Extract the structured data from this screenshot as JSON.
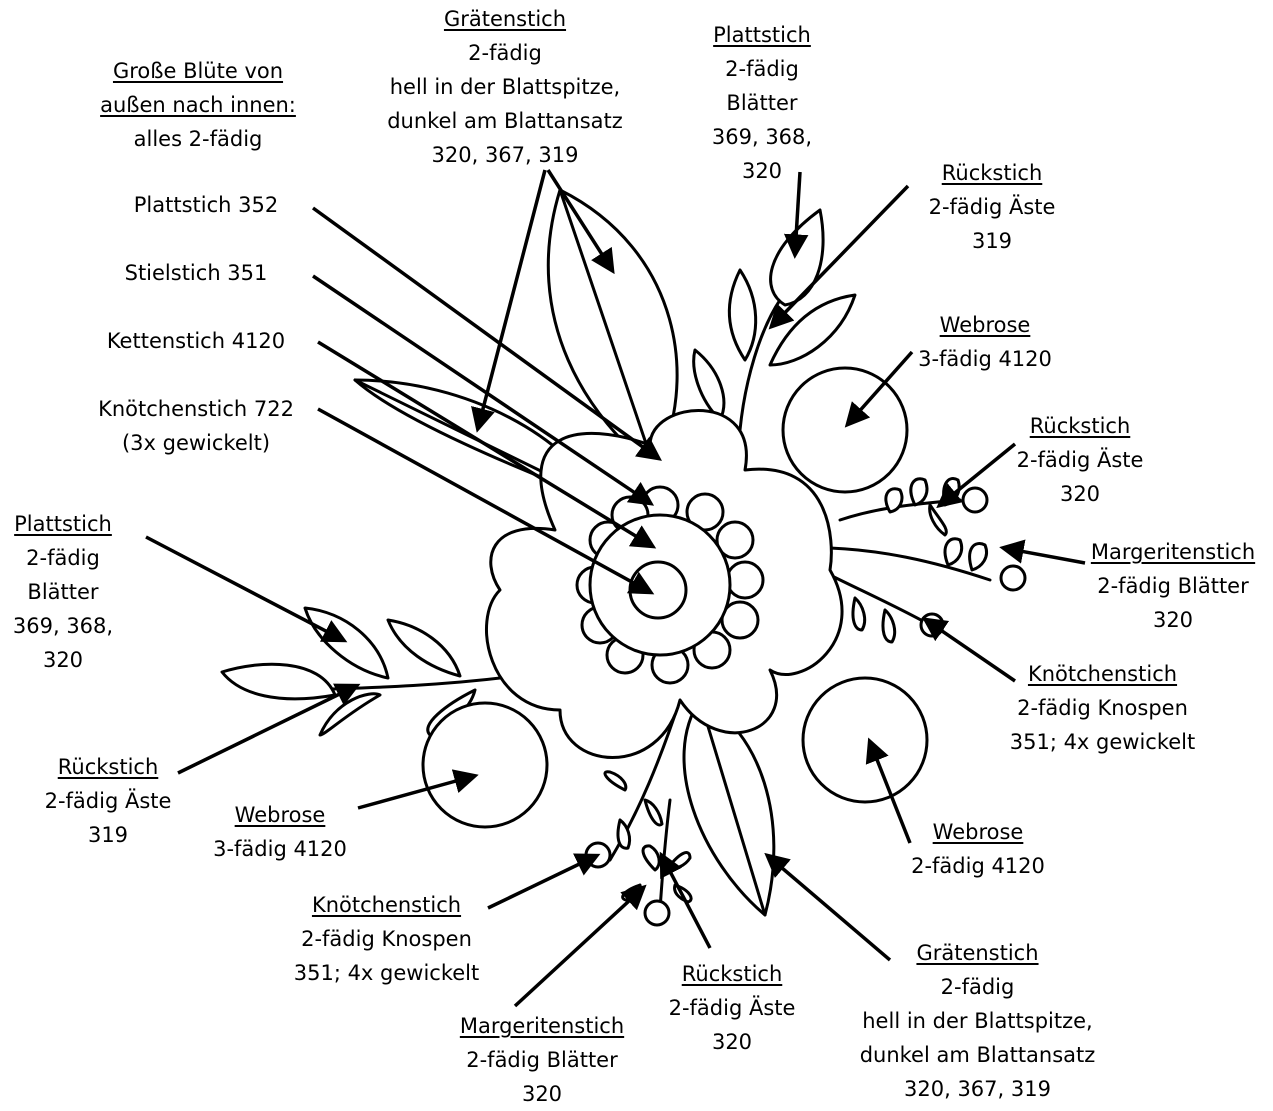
{
  "colors": {
    "ink": "#000000",
    "background": "#ffffff"
  },
  "labels": {
    "big_flower": {
      "title": "Große Blüte von außen nach innen:",
      "title_lines": [
        "Große Blüte von",
        "außen nach innen:"
      ],
      "lines": [
        "alles 2-fädig"
      ]
    },
    "satin_352": {
      "lines": [
        "Plattstich 352"
      ]
    },
    "stem_351": {
      "lines": [
        "Stielstich 351"
      ]
    },
    "chain_4120": {
      "lines": [
        "Kettenstich 4120"
      ]
    },
    "knot_722": {
      "lines": [
        "Knötchenstich 722",
        "(3x gewickelt)"
      ]
    },
    "fishbone_top": {
      "title": "Grätenstich",
      "lines": [
        "2-fädig",
        "hell in der Blattspitze,",
        "dunkel am Blattansatz",
        "320, 367, 319"
      ]
    },
    "satin_top": {
      "title": "Plattstich",
      "lines": [
        "2-fädig",
        "Blätter",
        "369, 368,",
        "320"
      ]
    },
    "back_top_right": {
      "title": "Rückstich",
      "lines": [
        "2-fädig Äste",
        "319"
      ]
    },
    "woven_top_right": {
      "title": "Webrose",
      "lines": [
        "3-fädig 4120"
      ]
    },
    "back_right": {
      "title": "Rückstich",
      "lines": [
        "2-fädig Äste",
        "320"
      ]
    },
    "daisy_right": {
      "title": "Margeritenstich",
      "lines": [
        "2-fädig Blätter",
        "320"
      ]
    },
    "knot_right": {
      "title": "Knötchenstich",
      "lines": [
        "2-fädig Knospen",
        "351; 4x gewickelt"
      ]
    },
    "woven_bottom_right": {
      "title": "Webrose",
      "lines": [
        "2-fädig 4120"
      ]
    },
    "fishbone_bottom": {
      "title": "Grätenstich",
      "lines": [
        "2-fädig",
        "hell in der Blattspitze,",
        "dunkel am Blattansatz",
        "320, 367, 319"
      ]
    },
    "back_bottom": {
      "title": "Rückstich",
      "lines": [
        "2-fädig Äste",
        "320"
      ]
    },
    "daisy_bottom": {
      "title": "Margeritenstich",
      "lines": [
        "2-fädig Blätter",
        "320"
      ]
    },
    "knot_bottom": {
      "title": "Knötchenstich",
      "lines": [
        "2-fädig Knospen",
        "351; 4x gewickelt"
      ]
    },
    "woven_left": {
      "title": "Webrose",
      "lines": [
        "3-fädig 4120"
      ]
    },
    "back_left": {
      "title": "Rückstich",
      "lines": [
        "2-fädig Äste",
        "319"
      ]
    },
    "satin_left": {
      "title": "Plattstich",
      "lines": [
        "2-fädig",
        "Blätter",
        "369, 368,",
        "320"
      ]
    }
  }
}
